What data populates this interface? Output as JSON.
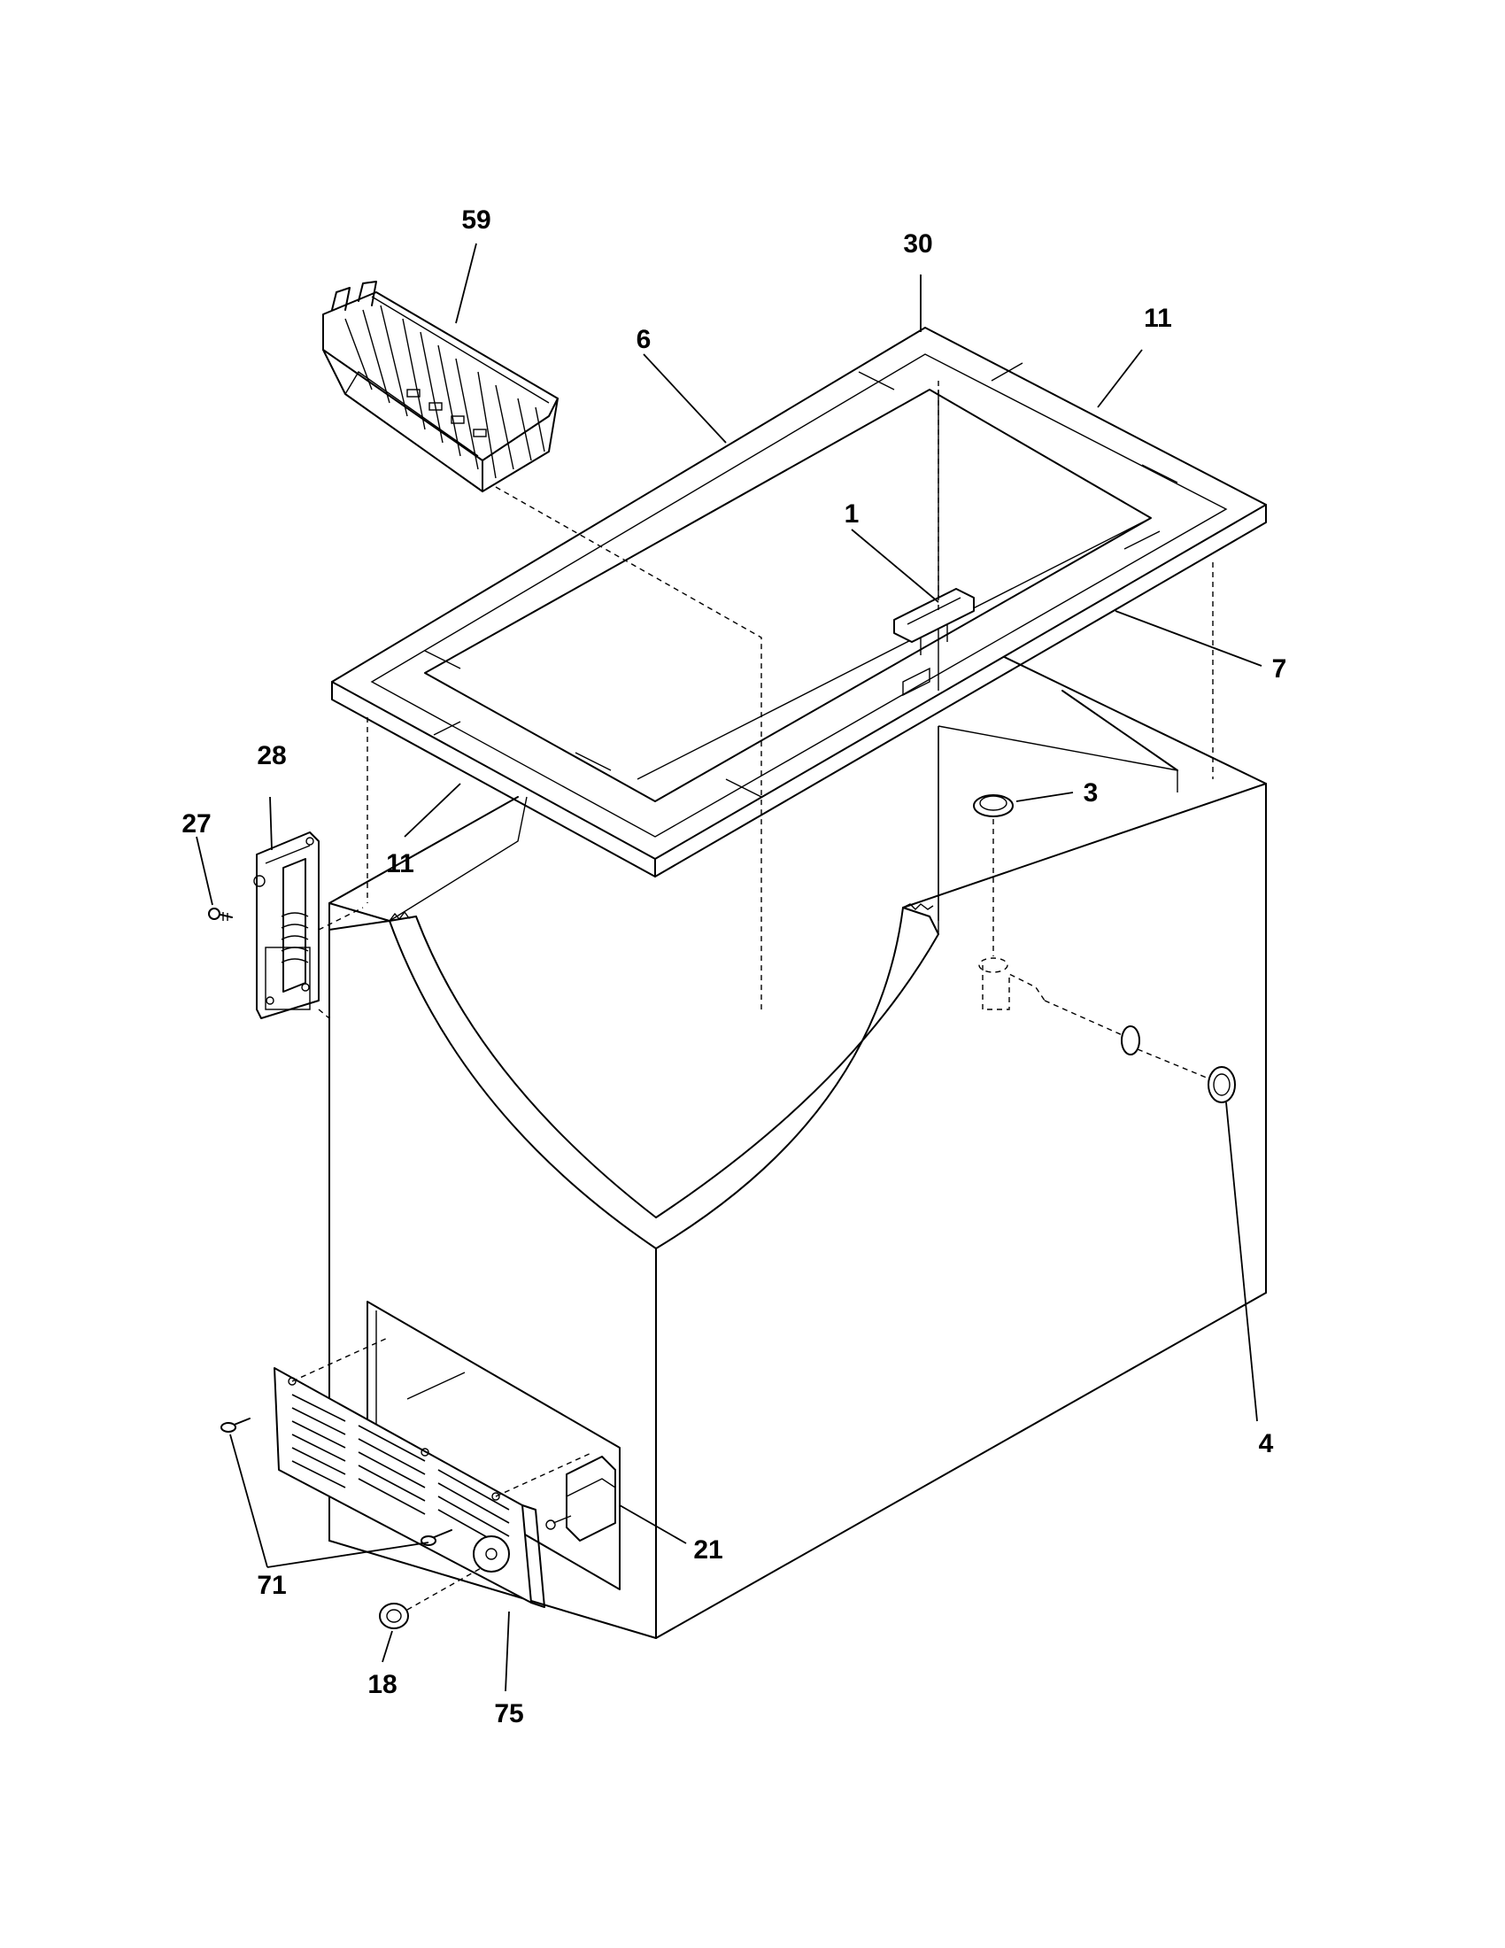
{
  "callouts": [
    {
      "id": "c59",
      "text": "59"
    },
    {
      "id": "c30",
      "text": "30"
    },
    {
      "id": "c11a",
      "text": "11"
    },
    {
      "id": "c6",
      "text": "6"
    },
    {
      "id": "c1",
      "text": "1"
    },
    {
      "id": "c7",
      "text": "7"
    },
    {
      "id": "c28",
      "text": "28"
    },
    {
      "id": "c27",
      "text": "27"
    },
    {
      "id": "c3",
      "text": "3"
    },
    {
      "id": "c11b",
      "text": "11"
    },
    {
      "id": "c4",
      "text": "4"
    },
    {
      "id": "c21",
      "text": "21"
    },
    {
      "id": "c71",
      "text": "71"
    },
    {
      "id": "c18",
      "text": "18"
    },
    {
      "id": "c75",
      "text": "75"
    }
  ]
}
